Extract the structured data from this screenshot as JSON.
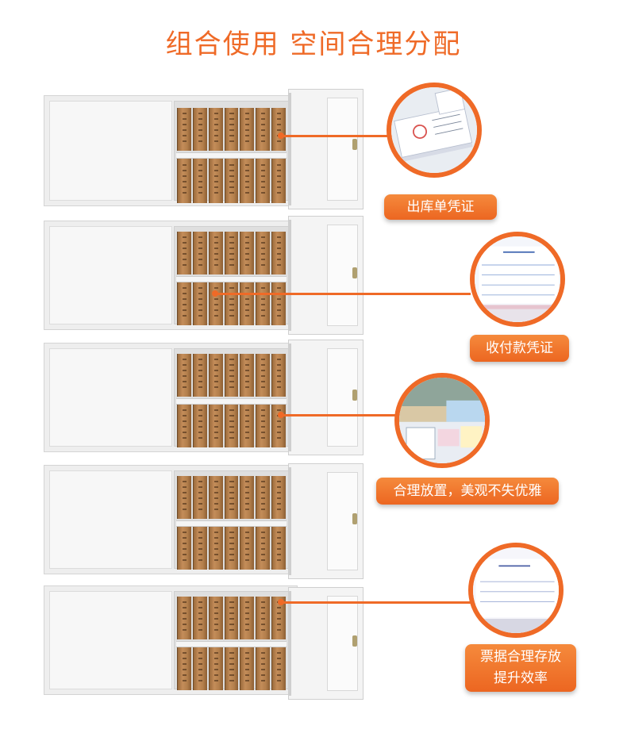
{
  "header": {
    "title": "组合使用 空间合理分配"
  },
  "callouts": [
    {
      "label": "出库单凭证"
    },
    {
      "label": "收付款凭证"
    },
    {
      "label": "合理放置，美观不失优雅"
    },
    {
      "label_line1": "票据合理存放",
      "label_line2": "提升效率"
    }
  ],
  "colors": {
    "accent": "#ef6a27",
    "cabinet": "#eeeeee",
    "file_box": "#b37f4c"
  }
}
